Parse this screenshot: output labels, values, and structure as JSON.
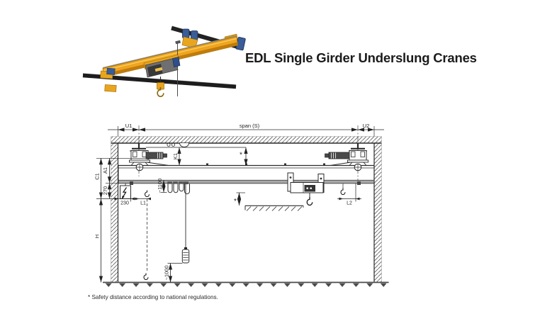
{
  "header": {
    "title": "EDL Single Girder Underslung Cranes"
  },
  "footnote": "* Safety distance according to national regulations.",
  "diagram": {
    "labels": {
      "u1": "U1",
      "span": "span (S)",
      "u2": "U2",
      "k1": "K1",
      "a1": "A1",
      "c1": "C1",
      "h": "H",
      "l1": "L1",
      "l2": "L2",
      "dim_270": "270",
      "dim_230": "230",
      "dim_1100": "~1100",
      "dim_1000": "~1000",
      "star_top": "*",
      "star_bottom": "*"
    }
  },
  "colors": {
    "crane_yellow": "#EFA51E",
    "crane_blue": "#3A5C97",
    "drawing_line": "#2B2B2B"
  }
}
